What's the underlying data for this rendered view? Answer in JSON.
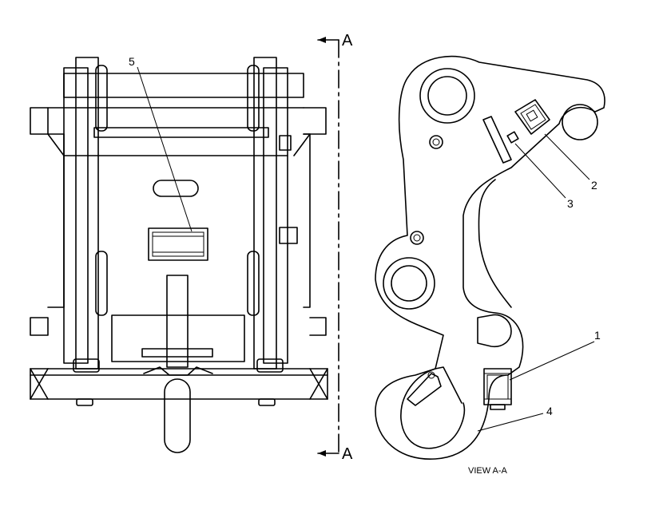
{
  "callouts": {
    "c1": "1",
    "c2": "2",
    "c3": "3",
    "c4": "4",
    "c5": "5"
  },
  "section_marks": {
    "top": "A",
    "bottom": "A"
  },
  "view_label": "VIEW A-A"
}
